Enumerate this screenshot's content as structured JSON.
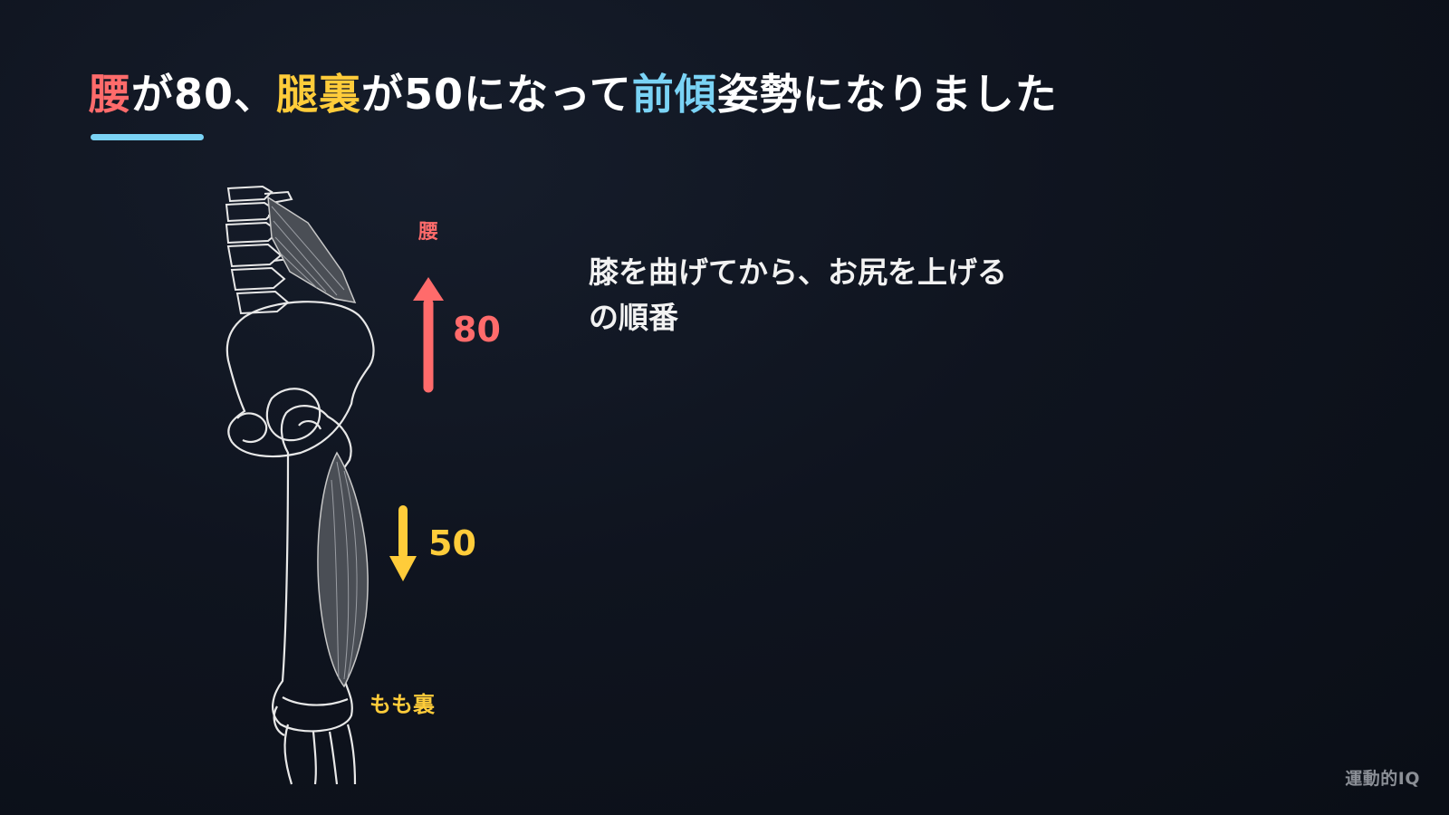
{
  "colors": {
    "waist": "#ff6b6b",
    "hamstring": "#ffcc3a",
    "forward": "#7ad3f5",
    "text": "#ffffff",
    "bone": "#e8e8e8",
    "muscle": "#6a6e75"
  },
  "title": {
    "part1": "腰",
    "part2": "が80、",
    "part3": "腿裏",
    "part4": "が50になって",
    "part5": "前傾",
    "part6": "姿勢になりました"
  },
  "figure": {
    "waist_label": "腰",
    "waist_value": "80",
    "waist_arrow_direction": "up",
    "hamstring_label": "もも裏",
    "hamstring_value": "50",
    "hamstring_arrow_direction": "down"
  },
  "caption": "膝を曲げてから、お尻を上げるの順番",
  "watermark": "運動的IQ"
}
